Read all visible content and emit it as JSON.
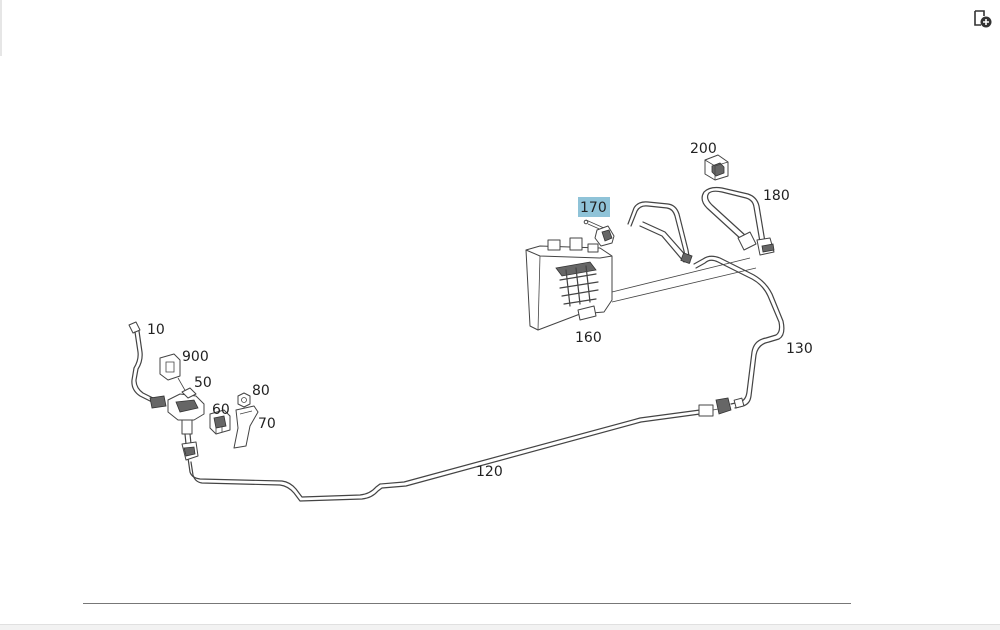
{
  "diagram": {
    "highlight_color": "#8fc3d8",
    "callouts": [
      {
        "id": "10",
        "text": "10"
      },
      {
        "id": "900",
        "text": "900"
      },
      {
        "id": "50",
        "text": "50"
      },
      {
        "id": "80",
        "text": "80"
      },
      {
        "id": "60",
        "text": "60"
      },
      {
        "id": "70",
        "text": "70"
      },
      {
        "id": "120",
        "text": "120"
      },
      {
        "id": "130",
        "text": "130"
      },
      {
        "id": "160",
        "text": "160"
      },
      {
        "id": "170",
        "text": "170",
        "highlighted": true
      },
      {
        "id": "180",
        "text": "180"
      },
      {
        "id": "200",
        "text": "200"
      }
    ]
  },
  "toolbar": {
    "add_icon": "add-to-list-icon"
  }
}
